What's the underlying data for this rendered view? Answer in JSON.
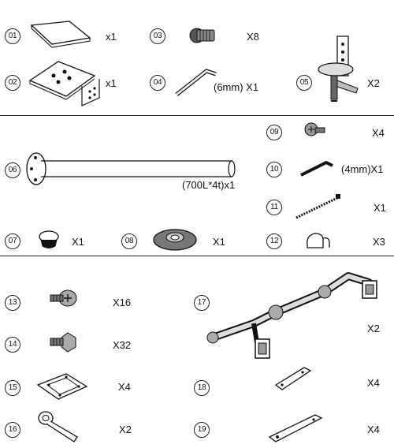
{
  "parts": [
    {
      "num": "01",
      "qty": "x1"
    },
    {
      "num": "02",
      "qty": "x1"
    },
    {
      "num": "03",
      "qty": "X8"
    },
    {
      "num": "04",
      "qty": "(6mm) X1"
    },
    {
      "num": "05",
      "qty": "X2"
    },
    {
      "num": "06",
      "qty": "(700L*4t)x1"
    },
    {
      "num": "07",
      "qty": "X1"
    },
    {
      "num": "08",
      "qty": "X1"
    },
    {
      "num": "09",
      "qty": "X4"
    },
    {
      "num": "10",
      "qty": "(4mm)X1"
    },
    {
      "num": "11",
      "qty": "X1"
    },
    {
      "num": "12",
      "qty": "X3"
    },
    {
      "num": "13",
      "qty": "X16"
    },
    {
      "num": "14",
      "qty": "X32"
    },
    {
      "num": "15",
      "qty": "X4"
    },
    {
      "num": "16",
      "qty": "X2"
    },
    {
      "num": "17",
      "qty": "X2"
    },
    {
      "num": "18",
      "qty": "X4"
    },
    {
      "num": "19",
      "qty": "X4"
    }
  ],
  "icons": {
    "01": "flat-plate-icon",
    "02": "bracket-plate-icon",
    "03": "bolt-icon",
    "04": "hex-key-icon",
    "05": "desk-clamp-icon",
    "06": "pole-icon",
    "07": "end-cap-icon",
    "08": "grommet-base-icon",
    "09": "flat-screw-icon",
    "10": "small-hex-key-icon",
    "11": "cable-tie-icon",
    "12": "cable-clip-icon",
    "13": "phillips-screw-icon",
    "14": "hex-bolt-icon",
    "15": "vesa-plate-icon",
    "16": "wrench-icon",
    "17": "dual-monitor-arm-icon",
    "18": "slide-bar-icon",
    "19": "long-bar-icon"
  }
}
